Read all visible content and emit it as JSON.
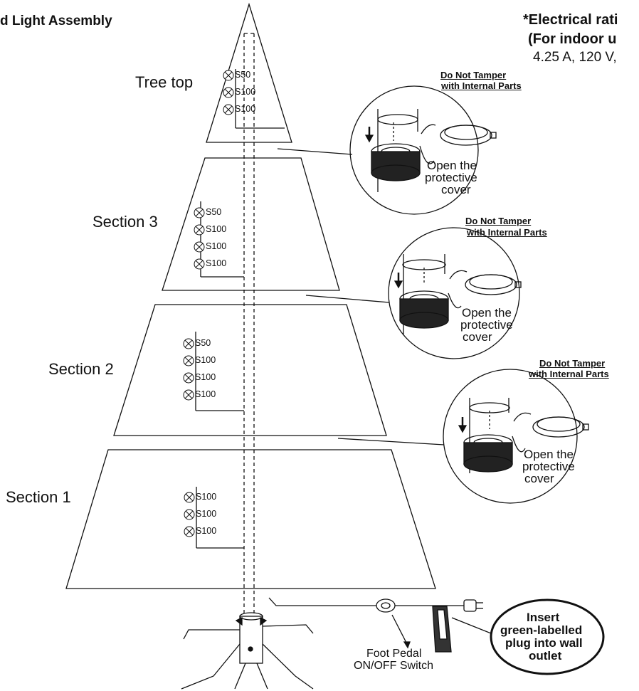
{
  "header": {
    "title_fragment": "d Light Assembly",
    "rating_title": "*Electrical rati",
    "rating_sub": "(For indoor u",
    "rating_value": "4.25 A, 120 V,"
  },
  "sections": {
    "tree_top": {
      "label": "Tree top",
      "lights": [
        "S50",
        "S100",
        "S100"
      ]
    },
    "section_3": {
      "label": "Section 3",
      "lights": [
        "S50",
        "S100",
        "S100",
        "S100"
      ]
    },
    "section_2": {
      "label": "Section 2",
      "lights": [
        "S50",
        "S100",
        "S100",
        "S100"
      ]
    },
    "section_1": {
      "label": "Section 1",
      "lights": [
        "S100",
        "S100",
        "S100"
      ]
    }
  },
  "callouts": [
    {
      "warning_line1": "Do Not Tamper",
      "warning_line2": "with Internal Parts",
      "cover_line1": "Open the",
      "cover_line2": "protective",
      "cover_line3": "cover"
    },
    {
      "warning_line1": "Do Not Tamper",
      "warning_line2": "with Internal Parts",
      "cover_line1": "Open the",
      "cover_line2": "protective",
      "cover_line3": "cover"
    },
    {
      "warning_line1": "Do Not Tamper",
      "warning_line2": "with Internal Parts",
      "cover_line1": "Open the",
      "cover_line2": "protective",
      "cover_line3": "cover"
    }
  ],
  "foot_pedal": {
    "line1": "Foot Pedal",
    "line2": "ON/OFF Switch"
  },
  "plug_note": {
    "line1": "Insert",
    "line2": "green-labelled",
    "line3": "plug into wall",
    "line4": "outlet"
  },
  "colors": {
    "ink": "#111111",
    "background": "#ffffff"
  }
}
